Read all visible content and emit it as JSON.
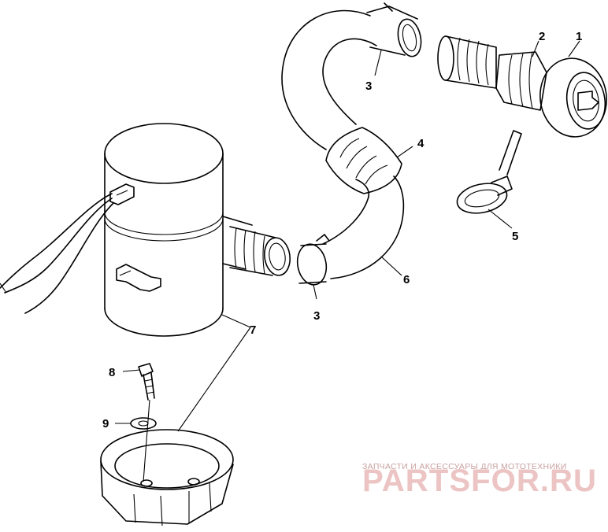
{
  "diagram": {
    "callouts": [
      {
        "id": "1",
        "label": "1"
      },
      {
        "id": "2",
        "label": "2"
      },
      {
        "id": "3a",
        "label": "3"
      },
      {
        "id": "3b",
        "label": "3"
      },
      {
        "id": "4",
        "label": "4"
      },
      {
        "id": "5",
        "label": "5"
      },
      {
        "id": "6",
        "label": "6"
      },
      {
        "id": "7",
        "label": "7"
      },
      {
        "id": "8",
        "label": "8"
      },
      {
        "id": "9",
        "label": "9"
      }
    ]
  },
  "watermark": {
    "tagline": "ЗАПЧАСТИ И АКСЕССУАРЫ ДЛЯ МОТОТЕХНИКИ",
    "brand": "PARTSFOR.RU"
  }
}
